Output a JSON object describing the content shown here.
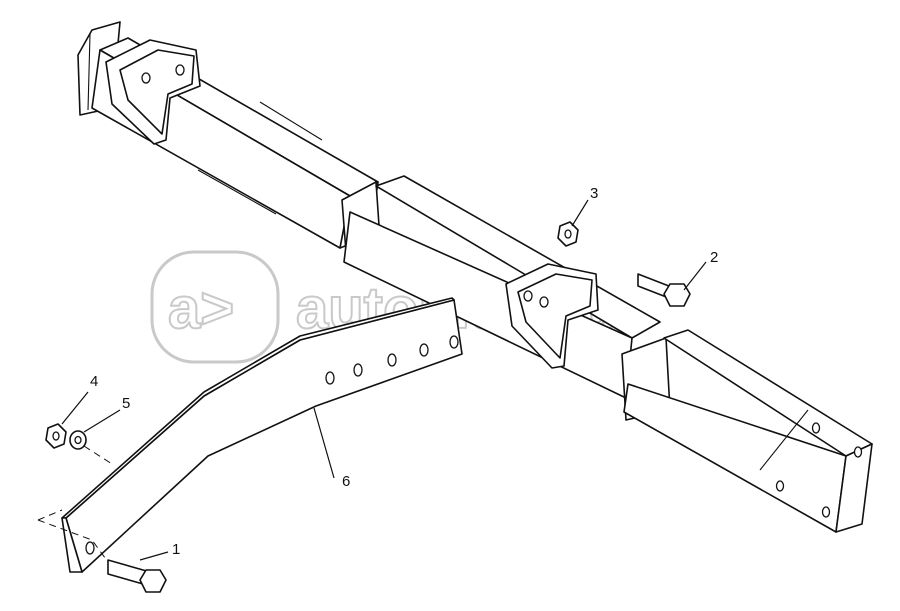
{
  "watermark": {
    "text": "autopiter.ru",
    "logo_glyph": "a>"
  },
  "callouts": {
    "c1": "1",
    "c2": "2",
    "c3": "3",
    "c4": "4",
    "c5": "5",
    "c6": "6"
  },
  "colors": {
    "line": "#111111",
    "paper": "#ffffff",
    "watermark": "#c9c9c9"
  }
}
